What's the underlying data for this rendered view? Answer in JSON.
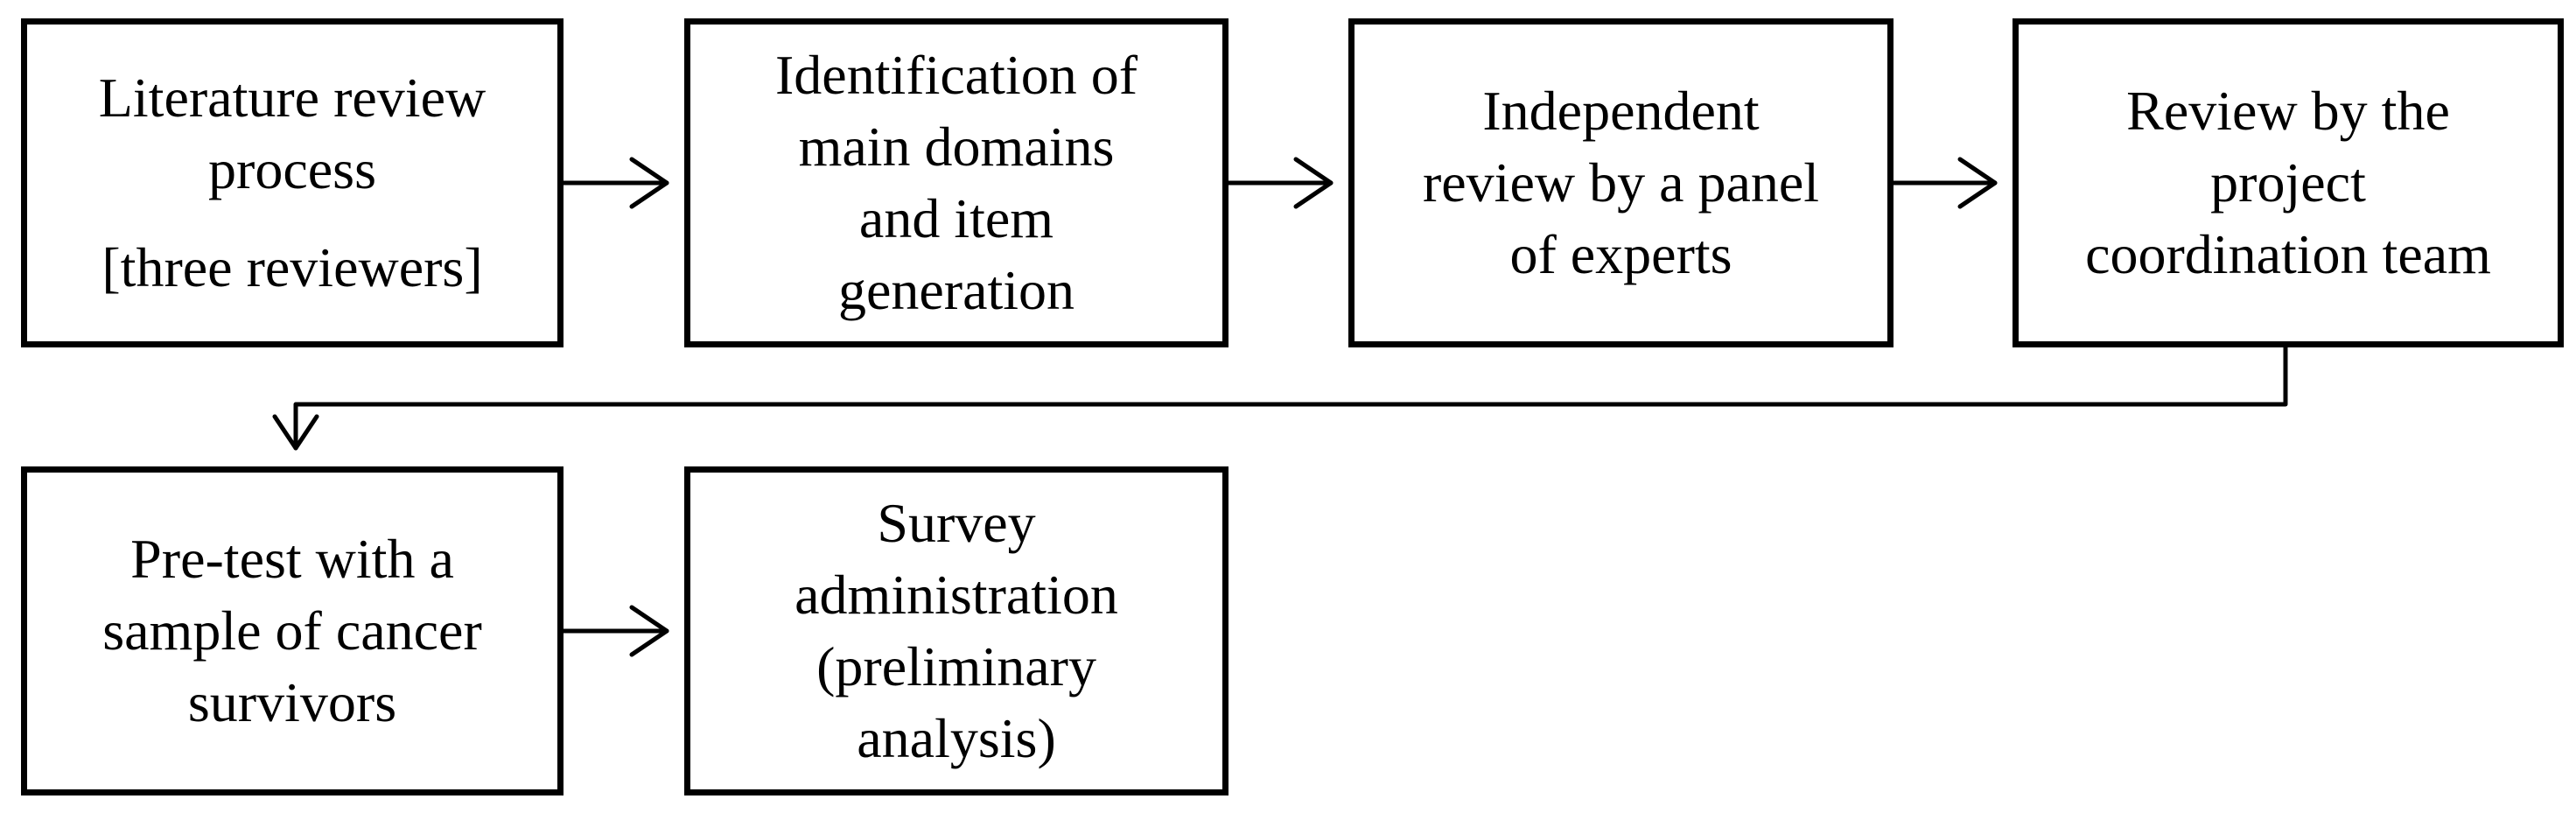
{
  "diagram": {
    "steps": [
      {
        "id": "literature-review",
        "lines": [
          "Literature review",
          "process",
          "[three reviewers]"
        ]
      },
      {
        "id": "identification",
        "lines": [
          "Identification of",
          "main domains",
          "and item",
          "generation"
        ]
      },
      {
        "id": "independent-review",
        "lines": [
          "Independent",
          "review by a panel",
          "of experts"
        ]
      },
      {
        "id": "coordination-review",
        "lines": [
          "Review by the",
          "project",
          "coordination team"
        ]
      },
      {
        "id": "pre-test",
        "lines": [
          "Pre-test with a",
          "sample of cancer",
          "survivors"
        ]
      },
      {
        "id": "survey-administration",
        "lines": [
          "Survey",
          "administration",
          "(preliminary",
          "analysis)"
        ]
      }
    ],
    "colors": {
      "stroke": "#000000",
      "background": "#ffffff"
    }
  }
}
